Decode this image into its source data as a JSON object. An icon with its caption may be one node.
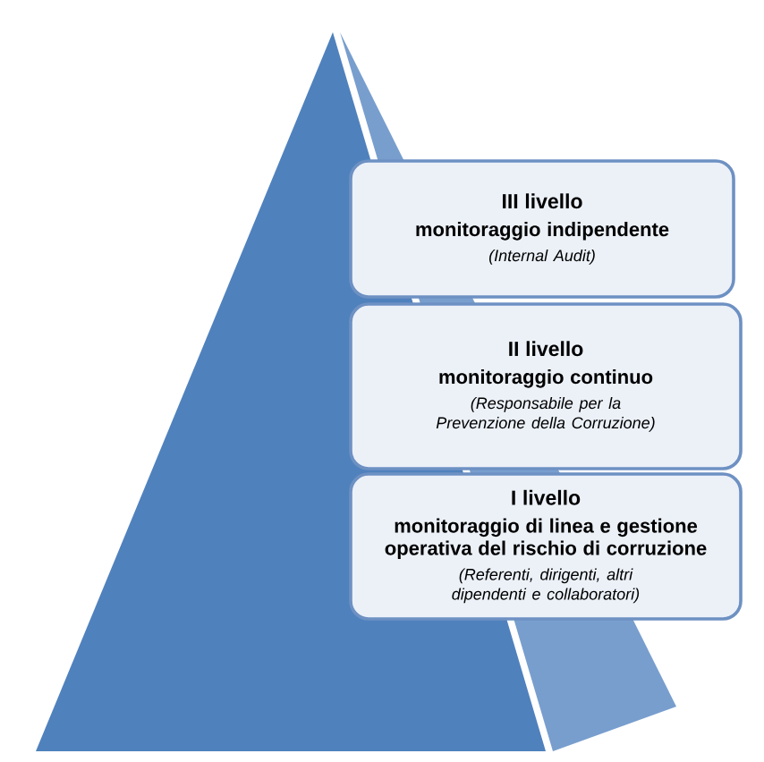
{
  "diagram": {
    "nodes": [
      {
        "text": [
          "III livello",
          "monitoraggio indipendente",
          "(Internal Audit)"
        ]
      },
      {
        "text": [
          "II livello",
          "monitoraggio continuo",
          "(Responsabile per la Prevenzione della Corruzione)"
        ]
      },
      {
        "text": [
          "I livello",
          "monitoraggio di linea e gestione operativa del rischio di corruzione",
          "(Referenti, dirigenti, altri dipendenti e collaboratori)"
        ]
      }
    ]
  }
}
